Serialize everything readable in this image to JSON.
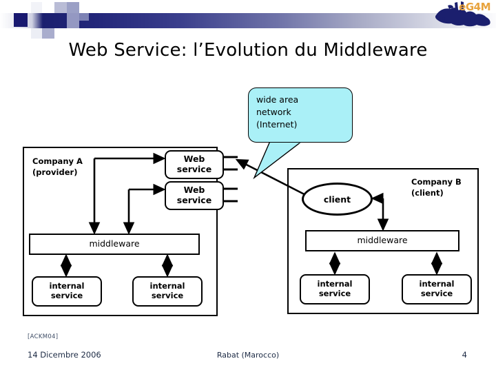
{
  "slide": {
    "title": "Web Service: l’Evolution du Middleware",
    "page_number": "4"
  },
  "logo": {
    "text": "eG4M",
    "text_color": "#e8a33d",
    "map_color": "#1b1f6e"
  },
  "header": {
    "accent_dark": "#191970",
    "accent_light": "#9ba0c6"
  },
  "callout": {
    "line1": "wide area",
    "line2": "network",
    "line3": "(Internet)",
    "fill_color": "#aaf0f7"
  },
  "company_a": {
    "label_line1": "Company A",
    "label_line2": "(provider)",
    "web_service_1": "Web\nservice",
    "web_service_2": "Web\nservice",
    "middleware": "middleware",
    "internal_service_1": "internal\nservice",
    "internal_service_2": "internal\nservice"
  },
  "company_b": {
    "label_line1": "Company B",
    "label_line2": "(client)",
    "client": "client",
    "middleware": "middleware",
    "internal_service_1": "internal\nservice",
    "internal_service_2": "internal\nservice"
  },
  "footer": {
    "citation": "[ACKM04]",
    "date": "14 Dicembre 2006",
    "place": "Rabat (Marocco)",
    "page": "4"
  }
}
